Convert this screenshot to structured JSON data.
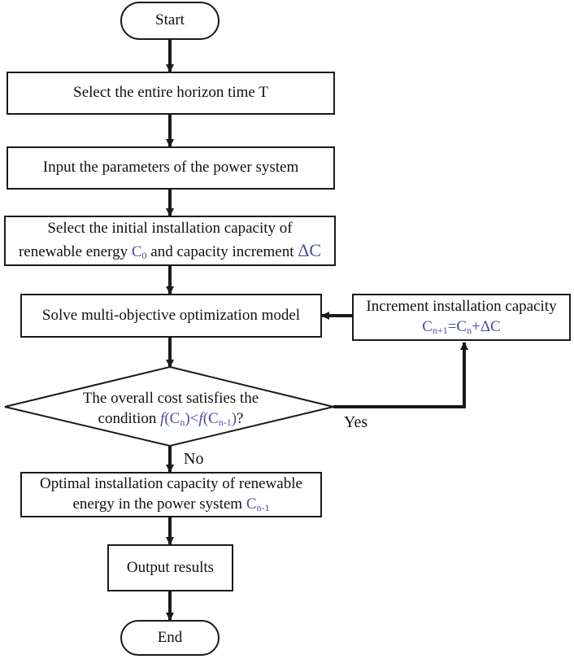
{
  "nodes": {
    "start": "Start",
    "select_horizon": "Select the entire horizon time T",
    "input_params": "Input the parameters of the power system",
    "select_initial": {
      "line1": "Select the initial installation capacity of",
      "line2_a": "renewable energy ",
      "c0_base": "C",
      "c0_sub": "0",
      "line2_b": " and capacity increment ",
      "delta_c": "ΔC"
    },
    "solve": "Solve multi-objective optimization model",
    "increment": {
      "line1": "Increment installation capacity",
      "f_c1": "C",
      "f_s1": "n+1",
      "f_eq": "=",
      "f_c2": "C",
      "f_s2": "n",
      "f_plus": "+",
      "f_delta": "ΔC"
    },
    "decision": {
      "line1": "The overall cost satisfies the",
      "line2_a": "condition ",
      "f1": "f",
      "p1": "(C",
      "s1": "n",
      "p1c": ")",
      "lt": "<",
      "f2": "f",
      "p2": "(C",
      "s2": "n-1",
      "p2c": ")",
      "q": "?"
    },
    "optimal": {
      "line1": "Optimal installation capacity of renewable",
      "line2": "energy in the power system ",
      "c_base": "C",
      "c_sub": "n-1"
    },
    "output": "Output results",
    "end": "End"
  },
  "labels": {
    "yes": "Yes",
    "no": "No"
  },
  "colors": {
    "stroke": "#1a1a1a",
    "formula_blue": "#4a4aa8"
  }
}
